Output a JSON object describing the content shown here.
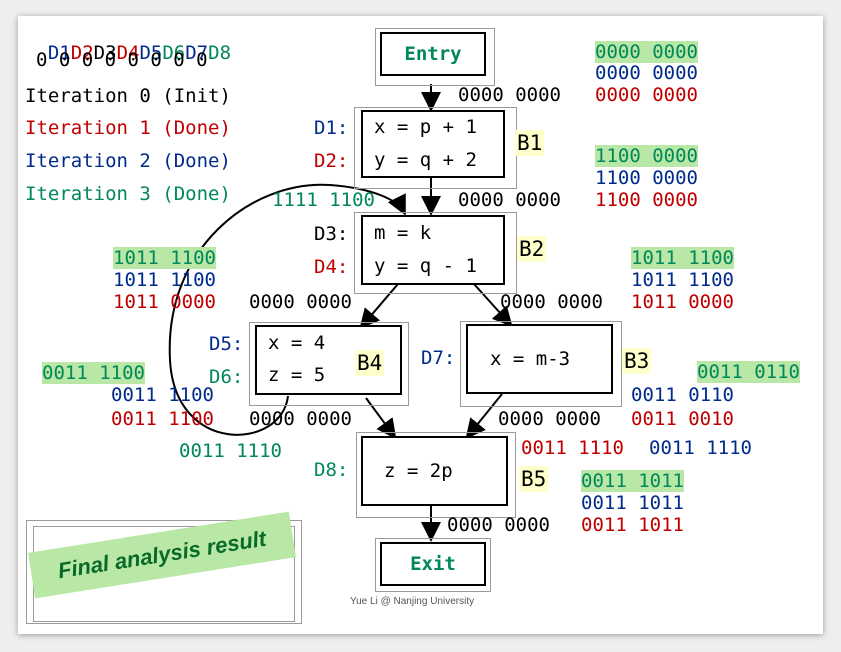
{
  "header": {
    "bits": [
      {
        "text": "D1",
        "color": "#002b8c"
      },
      {
        "text": "D2",
        "color": "#c00000"
      },
      {
        "text": "D3",
        "color": "#000000"
      },
      {
        "text": "D4",
        "color": "#c00000"
      },
      {
        "text": "D5",
        "color": "#002b8c"
      },
      {
        "text": "D6",
        "color": "#00875a"
      },
      {
        "text": "D7",
        "color": "#002b8c"
      },
      {
        "text": "D8",
        "color": "#00875a"
      }
    ],
    "zeros": "0 0 0 0 0 0 0 0"
  },
  "legend": {
    "iter0": "Iteration 0 (Init)",
    "iter1": "Iteration 1 (Done)",
    "iter2": "Iteration 2 (Done)",
    "iter3": "Iteration 3 (Done)"
  },
  "nodes": {
    "entry": "Entry",
    "exit": "Exit",
    "b1": {
      "label": "B1",
      "d1": "D1:",
      "d2": "D2:",
      "line1": "x = p + 1",
      "line2": "y = q + 2"
    },
    "b2": {
      "label": "B2",
      "d3": "D3:",
      "d4": "D4:",
      "line1": "m = k",
      "line2": "y = q - 1"
    },
    "b3": {
      "label": "B3",
      "d7": "D7:",
      "line1": "x = m-3"
    },
    "b4": {
      "label": "B4",
      "d5": "D5:",
      "d6": "D6:",
      "line1": "x = 4",
      "line2": "z = 5"
    },
    "b5": {
      "label": "B5",
      "d8": "D8:",
      "line1": "z = 2p"
    }
  },
  "values": {
    "entry_out": "0000 0000",
    "entry_right_green": "0000 0000",
    "entry_right_blue": "0000 0000",
    "entry_right_red": "0000 0000",
    "b1_in_black": "0000 0000",
    "b1_out_green": "1100 0000",
    "b1_out_blue": "1100 0000",
    "b1_out_red": "1100 0000",
    "b2_in_green": "1111 1100",
    "b2_in_black": "0000 0000",
    "b2_out_left_green": "1011 1100",
    "b2_out_left_blue": "1011 1100",
    "b2_out_left_red": "1011 0000",
    "b2_out_left_black": "0000 0000",
    "b2_out_right_black": "0000 0000",
    "b2_out_right_red": "1011 0000",
    "b2_out_right_green": "1011 1100",
    "b2_out_right_blue": "1011 1100",
    "b4_out_green": "0011 1100",
    "b4_out_blue": "0011 1100",
    "b4_out_red": "0011 1100",
    "b4_out_black": "0000 0000",
    "b4_out_green2": "0011 1110",
    "b3_out_black": "0000 0000",
    "b3_out_green": "0011 0110",
    "b3_out_blue": "0011 0110",
    "b3_out_red": "0011 0010",
    "b5_in_red": "0011 1110",
    "b5_in_blue": "0011 1110",
    "b5_out_green": "0011 1011",
    "b5_out_blue": "0011 1011",
    "b5_out_red": "0011 1011",
    "exit_in_black": "0000 0000",
    "exit_in_red": "0011 1011"
  },
  "final_label": "Final analysis result",
  "footer": "Yue Li @ Nanjing University"
}
